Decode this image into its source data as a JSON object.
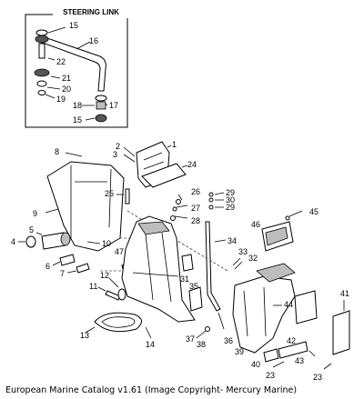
{
  "title": "STEERING LINK",
  "caption": "European Marine Catalog v1.61 (Image Copyright- Mercury Marine)",
  "callouts": {
    "c1": "1",
    "c2": "2",
    "c3": "3",
    "c4": "4",
    "c5": "5",
    "c6": "6",
    "c7": "7",
    "c8": "8",
    "c9": "9",
    "c10": "10",
    "c11": "11",
    "c12": "12",
    "c13": "13",
    "c14": "14",
    "c15a": "15",
    "c15b": "15",
    "c16": "16",
    "c17": "17",
    "c18": "18",
    "c19": "19",
    "c20": "20",
    "c21": "21",
    "c22": "22",
    "c23a": "23",
    "c23b": "23",
    "c24": "24",
    "c25": "25",
    "c26": "26",
    "c27": "27",
    "c28": "28",
    "c29a": "29",
    "c29b": "29",
    "c30": "30",
    "c31": "31",
    "c32": "32",
    "c33": "33",
    "c34": "34",
    "c35": "35",
    "c36": "36",
    "c37": "37",
    "c38": "38",
    "c39": "39",
    "c40": "40",
    "c41": "41",
    "c42": "42",
    "c43": "43",
    "c44": "44",
    "c45": "45",
    "c46": "46",
    "c47": "47"
  }
}
